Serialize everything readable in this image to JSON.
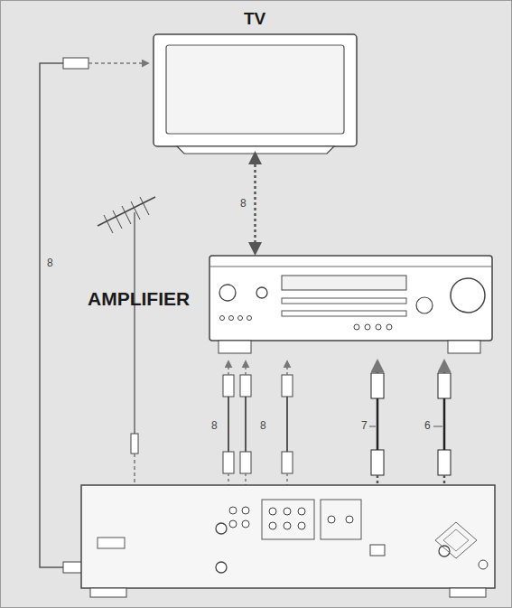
{
  "diagram": {
    "nodes": [
      {
        "text": [
          "TV"
        ]
      },
      {
        "text": [
          "AMPLIFIER"
        ]
      }
    ],
    "edges": [
      {
        "from": 0,
        "to": 1,
        "arrow": "both",
        "label": "8"
      }
    ],
    "labels": [
      "8",
      "8",
      "8",
      "7",
      "6"
    ]
  }
}
